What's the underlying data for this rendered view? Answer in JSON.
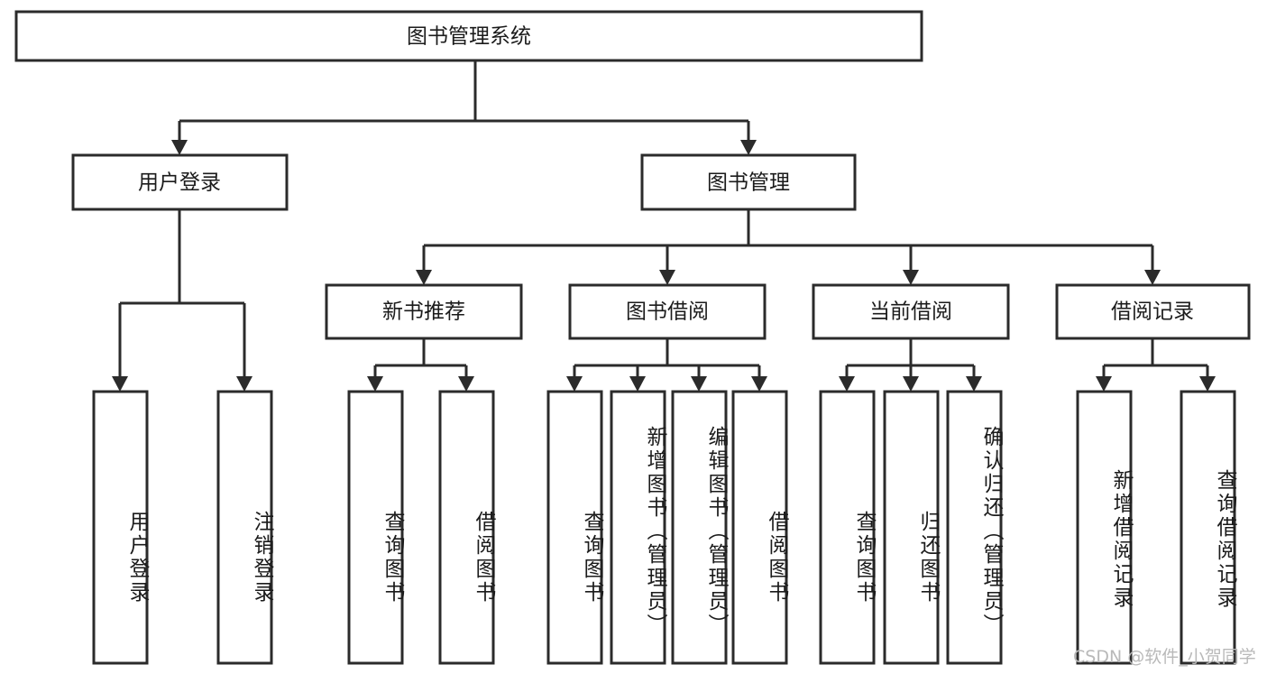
{
  "diagram": {
    "title": "图书管理系统",
    "type": "hierarchy-tree",
    "watermark": "CSDN @软件_小贺同学",
    "colors": {
      "stroke": "#2b2b2b",
      "fill": "#ffffff",
      "text": "#1b1b1b",
      "watermark": "#b9b9b9"
    },
    "levels": {
      "root": {
        "label": "图书管理系统"
      },
      "level2": [
        {
          "label": "用户登录"
        },
        {
          "label": "图书管理"
        }
      ],
      "level3": [
        {
          "label": "新书推荐"
        },
        {
          "label": "图书借阅"
        },
        {
          "label": "当前借阅"
        },
        {
          "label": "借阅记录"
        }
      ]
    },
    "leaves": {
      "user_login": [
        {
          "label": "用户登录"
        },
        {
          "label": "注销登录"
        }
      ],
      "new_book_recommend": [
        {
          "label": "查询图书"
        },
        {
          "label": "借阅图书"
        }
      ],
      "book_borrow": [
        {
          "label": "查询图书"
        },
        {
          "label": "新增图书（管理员）"
        },
        {
          "label": "编辑图书（管理员）"
        },
        {
          "label": "借阅图书"
        }
      ],
      "current_borrow": [
        {
          "label": "查询图书"
        },
        {
          "label": "归还图书"
        },
        {
          "label": "确认归还（管理员）"
        }
      ],
      "borrow_record": [
        {
          "label": "新增借阅记录"
        },
        {
          "label": "查询借阅记录"
        }
      ]
    }
  }
}
